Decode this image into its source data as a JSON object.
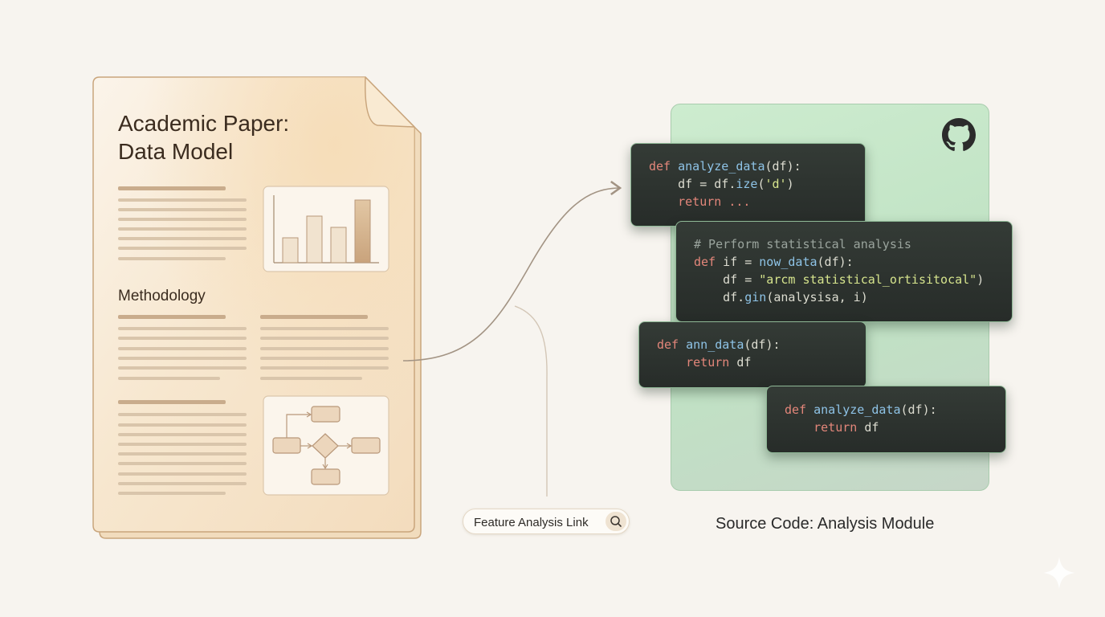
{
  "document": {
    "title_line1": "Academic Paper:",
    "title_line2": "Data Model",
    "section_heading": "Methodology"
  },
  "link": {
    "label": "Feature Analysis Link",
    "icon": "search-icon"
  },
  "repository": {
    "icon": "github-icon",
    "caption": "Source Code: Analysis Module",
    "snippets": [
      {
        "lines": [
          [
            {
              "t": "def ",
              "c": "kw"
            },
            {
              "t": "analyze_data",
              "c": "fn"
            },
            {
              "t": "(df):",
              "c": ""
            }
          ],
          [
            {
              "t": "    df = df.",
              "c": ""
            },
            {
              "t": "ize",
              "c": "fn"
            },
            {
              "t": "(",
              "c": ""
            },
            {
              "t": "'d'",
              "c": "str"
            },
            {
              "t": ")",
              "c": ""
            }
          ],
          [
            {
              "t": "    return ...",
              "c": "kw"
            }
          ]
        ]
      },
      {
        "lines": [
          [
            {
              "t": "# Perform statistical analysis",
              "c": "cm"
            }
          ],
          [
            {
              "t": "def ",
              "c": "kw"
            },
            {
              "t": "if",
              "c": ""
            },
            {
              "t": " = ",
              "c": ""
            },
            {
              "t": "now_data",
              "c": "fn"
            },
            {
              "t": "(df):",
              "c": ""
            }
          ],
          [
            {
              "t": "    df = ",
              "c": ""
            },
            {
              "t": "\"arcm statistical_ortisitocal\"",
              "c": "str"
            },
            {
              "t": ")",
              "c": ""
            }
          ],
          [
            {
              "t": "    df.",
              "c": ""
            },
            {
              "t": "gin",
              "c": "fn"
            },
            {
              "t": "(analysisa, i)",
              "c": ""
            }
          ]
        ]
      },
      {
        "lines": [
          [
            {
              "t": "def ",
              "c": "kw"
            },
            {
              "t": "ann_data",
              "c": "fn"
            },
            {
              "t": "(df):",
              "c": ""
            }
          ],
          [
            {
              "t": "    return",
              "c": "kw"
            },
            {
              "t": " df",
              "c": ""
            }
          ]
        ]
      },
      {
        "lines": [
          [
            {
              "t": "def ",
              "c": "kw"
            },
            {
              "t": "analyze_data",
              "c": "fn"
            },
            {
              "t": "(df):",
              "c": ""
            }
          ],
          [
            {
              "t": "    return",
              "c": "kw"
            },
            {
              "t": " df",
              "c": ""
            }
          ]
        ]
      }
    ]
  },
  "colors": {
    "page_background": "#f7f4ef",
    "paper_fill": "#f8ecd9",
    "paper_stroke": "#c9a57c",
    "code_background": "#2c322e",
    "repo_green": "#c7e8c9",
    "connector": "#a39484"
  }
}
